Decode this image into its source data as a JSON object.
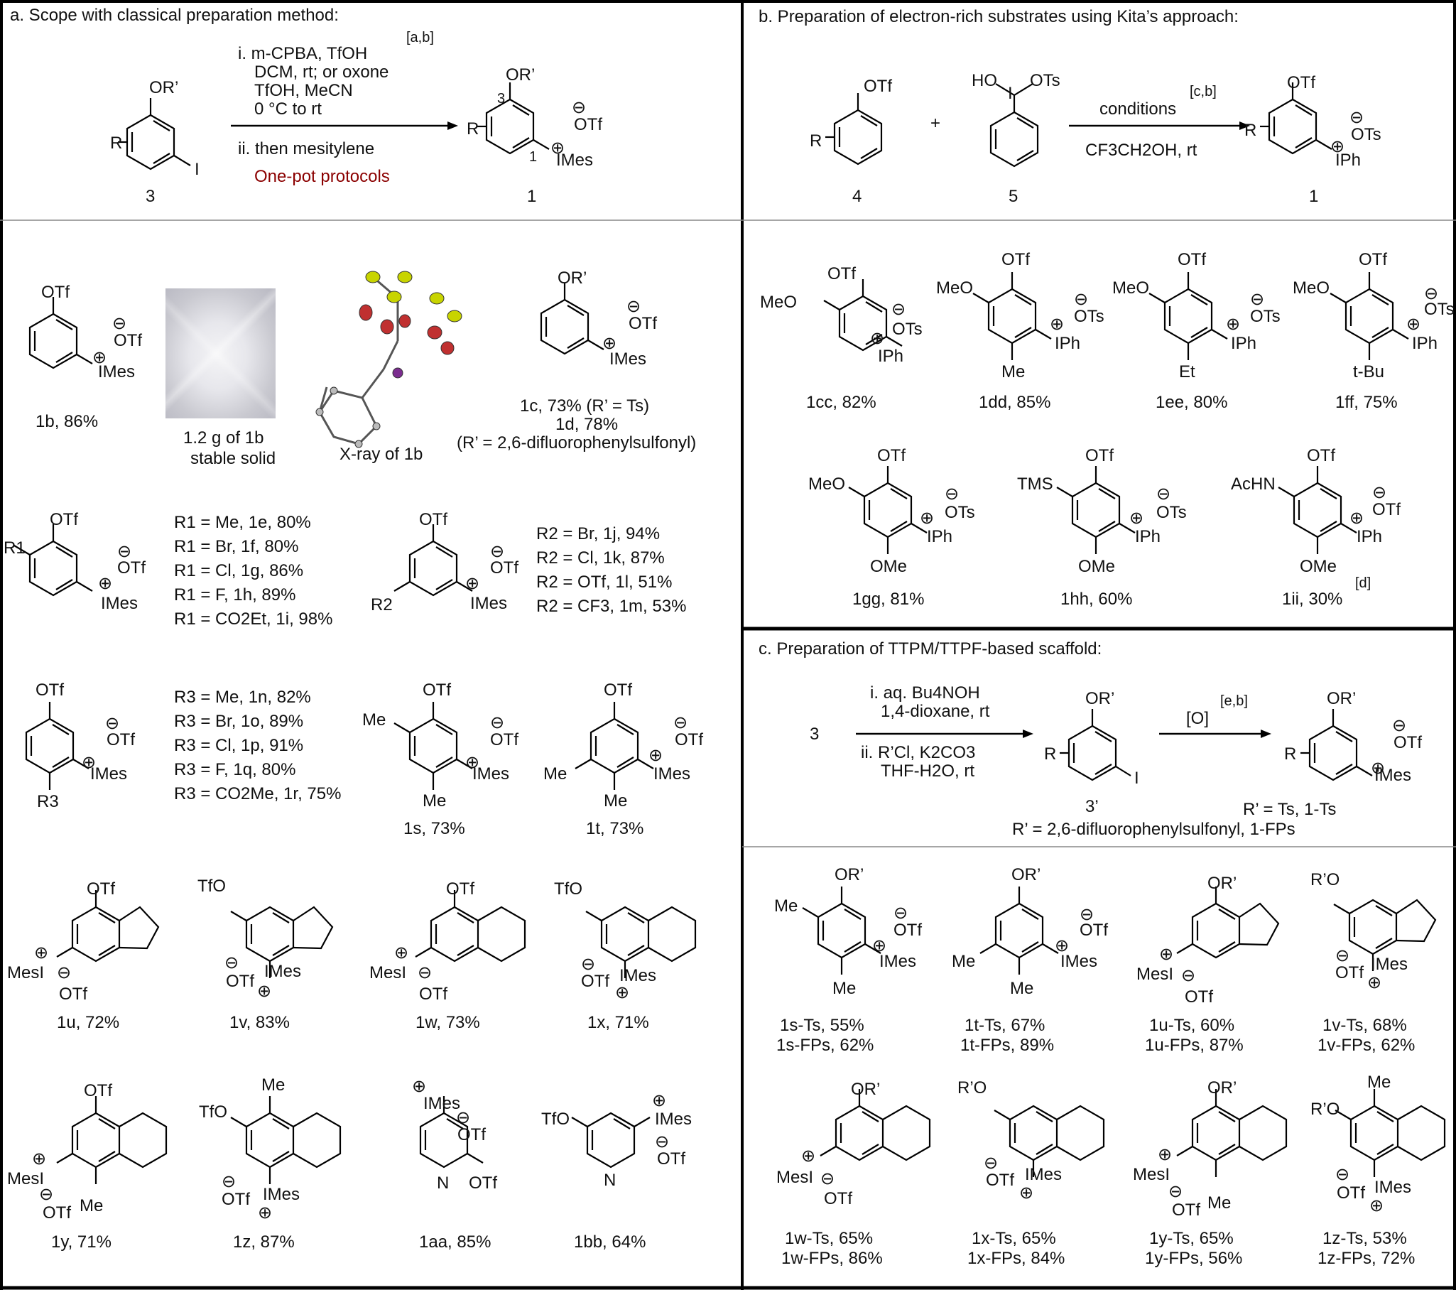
{
  "panels": {
    "a_title": "a. Scope with classical preparation method:",
    "b_title": "b. Preparation of electron-rich substrates using Kita’s approach:",
    "c_title": "c. Preparation of TTPM/TTPF-based scaffold:"
  },
  "scheme_a": {
    "cond1": "i. m-CPBA, TfOH",
    "cond1_ref": "[a,b]",
    "cond2": "DCM, rt; or oxone",
    "cond3": "TfOH, MeCN",
    "cond4": "0 °C to rt",
    "cond5": "ii. then mesitylene",
    "note": "One-pot protocols",
    "sm_label": "3",
    "product_label": "1"
  },
  "scheme_b": {
    "cond1": "conditions",
    "cond1_ref": "[c,b]",
    "cond2": "CF3CH2OH, rt",
    "sm1_label": "4",
    "plus": "+",
    "sm2_label": "5",
    "product_label": "1"
  },
  "scheme_c": {
    "sm_label": "3",
    "cond1": "i. aq. Bu4NOH",
    "cond2": "1,4-dioxane, rt",
    "cond3": "ii. R’Cl, K2CO3",
    "cond4": "THF-H2O, rt",
    "int_label": "3’",
    "ox": "[O]",
    "ox_ref": "[e,b]",
    "def1": "R’ = Ts, 1-Ts",
    "def2": "R’ = 2,6-difluorophenylsulfonyl, 1-FPs"
  },
  "scope_a": {
    "c1b": "1b, 86%",
    "photo1": "1.2 g of 1b",
    "photo2": "stable solid",
    "xray": "X-ray of 1b",
    "c1c": "1c, 73% (R’ = Ts)",
    "c1d": "1d, 78%",
    "c1d2": "(R’ = 2,6-difluorophenylsulfonyl)",
    "r1": [
      "R1 = Me, 1e, 80%",
      "R1 = Br, 1f, 80%",
      "R1 = Cl, 1g, 86%",
      "R1 = F, 1h, 89%",
      "R1 = CO2Et, 1i, 98%"
    ],
    "r2": [
      "R2 = Br, 1j, 94%",
      "R2 = Cl, 1k, 87%",
      "R2 = OTf, 1l, 51%",
      "R2 = CF3, 1m, 53%"
    ],
    "r3": [
      "R3 = Me, 1n, 82%",
      "R3 = Br, 1o, 89%",
      "R3 = Cl, 1p, 91%",
      "R3 = F, 1q, 80%",
      "R3 = CO2Me, 1r, 75%"
    ],
    "c1s": "1s, 73%",
    "c1t": "1t, 73%",
    "c1u": "1u, 72%",
    "c1v": "1v, 83%",
    "c1w": "1w, 73%",
    "c1x": "1x, 71%",
    "c1y": "1y, 71%",
    "c1z": "1z, 87%",
    "c1aa": "1aa, 85%",
    "c1bb": "1bb, 64%"
  },
  "scope_b": {
    "c1cc": "1cc, 82%",
    "c1dd": "1dd, 85%",
    "c1ee": "1ee, 80%",
    "c1ff": "1ff, 75%",
    "c1gg": "1gg, 81%",
    "c1hh": "1hh, 60%",
    "c1ii": "1ii, 30%",
    "c1ii_ref": "[d]"
  },
  "scope_c": {
    "s1": "1s-Ts, 55%",
    "s2": "1s-FPs, 62%",
    "t1": "1t-Ts, 67%",
    "t2": "1t-FPs, 89%",
    "u1": "1u-Ts, 60%",
    "u2": "1u-FPs, 87%",
    "v1": "1v-Ts, 68%",
    "v2": "1v-FPs, 62%",
    "w1": "1w-Ts, 65%",
    "w2": "1w-FPs, 86%",
    "x1": "1x-Ts, 65%",
    "x2": "1x-FPs, 84%",
    "y1": "1y-Ts, 65%",
    "y2": "1y-FPs, 56%",
    "z1": "1z-Ts, 53%",
    "z2": "1z-FPs, 72%"
  },
  "atoms": {
    "otf": "OTf",
    "ots": "OTs",
    "or": "OR’",
    "ro": "R’O",
    "tfo": "TfO",
    "imes": "IMes",
    "iph": "IPh",
    "mesi": "MesI",
    "i": "I",
    "r": "R",
    "meo": "MeO",
    "me": "Me",
    "et": "Et",
    "tbu": "t-Bu",
    "ome": "OMe",
    "tms": "TMS",
    "achn": "AcHN",
    "ho": "HO",
    "n": "N",
    "r1": "R1",
    "r2": "R2",
    "r3": "R3",
    "plus": "⊕",
    "minus": "⊖",
    "n3": "3",
    "n1": "1"
  }
}
